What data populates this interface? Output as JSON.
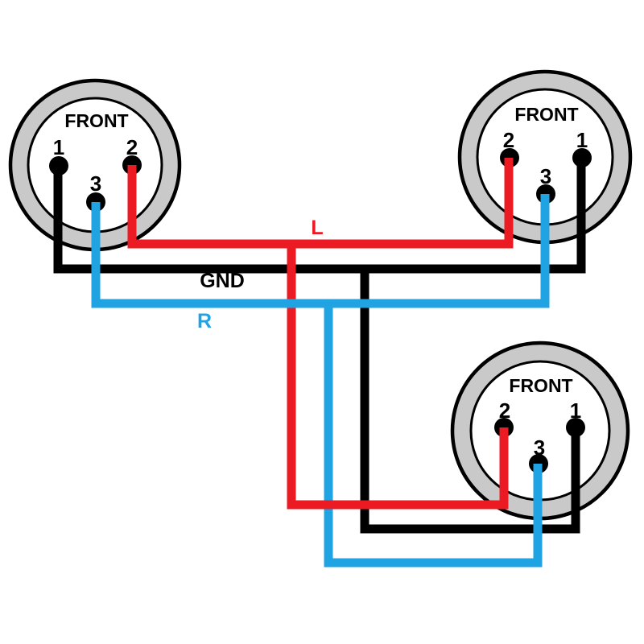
{
  "background": "#ffffff",
  "colors": {
    "left_wire": "#ec1b23",
    "right_wire": "#1fa3e3",
    "ground_wire": "#000000",
    "connector_ring": "#c9c9c9",
    "connector_face": "#ffffff",
    "connector_outline": "#000000",
    "pin": "#000000",
    "text": "#000000"
  },
  "wire_labels": {
    "left": "L",
    "ground": "GND",
    "right": "R"
  },
  "connectors": [
    {
      "position": "top-left",
      "face_label": "FRONT",
      "pins": [
        {
          "number": "1"
        },
        {
          "number": "2"
        },
        {
          "number": "3"
        }
      ]
    },
    {
      "position": "top-right",
      "face_label": "FRONT",
      "pins": [
        {
          "number": "2"
        },
        {
          "number": "1"
        },
        {
          "number": "3"
        }
      ]
    },
    {
      "position": "bottom-right",
      "face_label": "FRONT",
      "pins": [
        {
          "number": "2"
        },
        {
          "number": "1"
        },
        {
          "number": "3"
        }
      ]
    }
  ]
}
